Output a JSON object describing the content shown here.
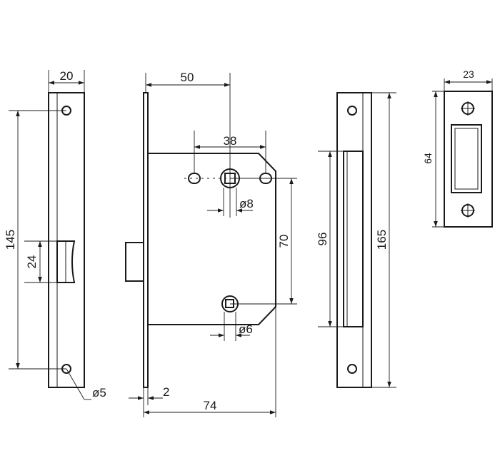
{
  "dimensions": {
    "faceplate_width": "20",
    "faceplate_hole_spacing": "145",
    "faceplate_latch_height": "24",
    "hole_diameter": "ø5",
    "backset": "50",
    "hub_spacing": "38",
    "hub_diameter": "ø8",
    "center_distance": "70",
    "cylinder_diameter": "ø6",
    "forend_thickness": "2",
    "case_depth": "74",
    "keeper_slot_height": "96",
    "keeper_height": "165",
    "escutcheon_width": "23",
    "escutcheon_hole_spacing": "64"
  }
}
